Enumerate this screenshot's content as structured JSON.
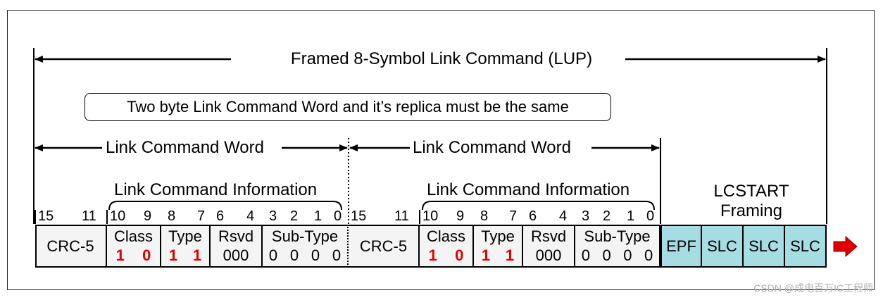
{
  "title": "Framed 8-Symbol Link Command (LUP)",
  "note": "Two byte Link Command Word and it’s replica must be the same",
  "words": [
    {
      "label": "Link Command Word",
      "info_label": "Link Command Information",
      "bit_numbers": [
        "15",
        "11",
        "10",
        "9",
        "8",
        "7",
        "6",
        "4",
        "3",
        "2",
        "1",
        "0"
      ],
      "crc": "CRC-5",
      "fields": [
        {
          "name": "Class",
          "values": [
            "1",
            "0"
          ]
        },
        {
          "name": "Type",
          "values": [
            "1",
            "1"
          ]
        },
        {
          "name": "Rsvd",
          "values": [
            "000"
          ]
        },
        {
          "name": "Sub-Type",
          "values": [
            "0",
            "0",
            "0",
            "0"
          ]
        }
      ]
    },
    {
      "label": "Link Command Word",
      "info_label": "Link Command Information",
      "bit_numbers": [
        "15",
        "11",
        "10",
        "9",
        "8",
        "7",
        "6",
        "4",
        "3",
        "2",
        "1",
        "0"
      ],
      "crc": "CRC-5",
      "fields": [
        {
          "name": "Class",
          "values": [
            "1",
            "0"
          ]
        },
        {
          "name": "Type",
          "values": [
            "1",
            "1"
          ]
        },
        {
          "name": "Rsvd",
          "values": [
            "000"
          ]
        },
        {
          "name": "Sub-Type",
          "values": [
            "0",
            "0",
            "0",
            "0"
          ]
        }
      ]
    }
  ],
  "framing": {
    "label_line1": "LCSTART",
    "label_line2": "Framing",
    "symbols": [
      "EPF",
      "SLC",
      "SLC",
      "SLC"
    ]
  },
  "watermark": "CSDN @成电百万IC工程师",
  "colors": {
    "value_bits": "#e00000",
    "cell_fill": "#f4f4f4",
    "framing_fill": "#a6dde3",
    "arrow": "#e00000"
  },
  "icons": [
    "right-arrow-icon"
  ]
}
